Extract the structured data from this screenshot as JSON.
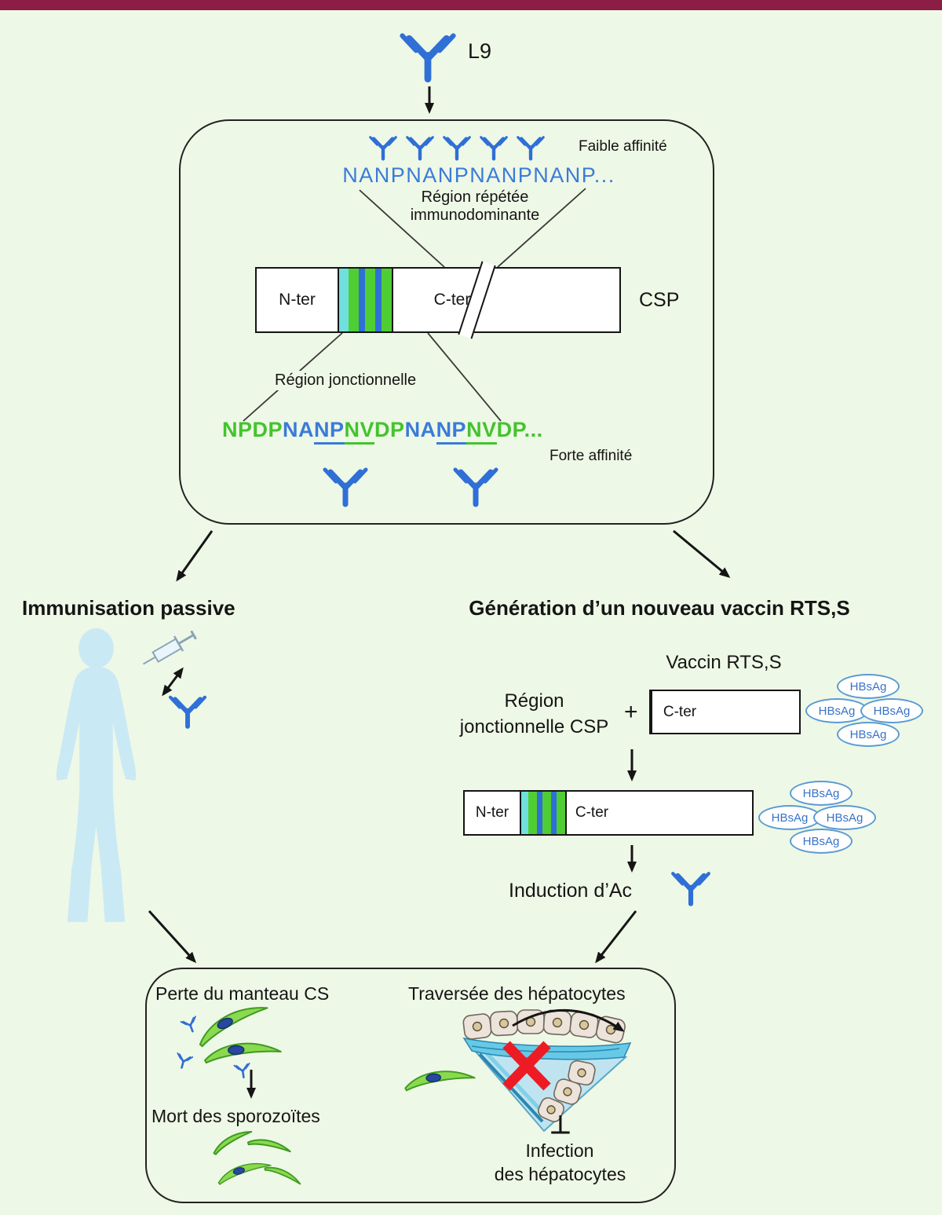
{
  "colors": {
    "band": "#8c1d45",
    "bg": "#eef8e6",
    "blue": "#2f6fd6",
    "seqblue": "#3b7bd9",
    "green": "#4fce33",
    "green2": "#44c32e",
    "cyan": "#6fe0dd",
    "sil": "#c9e9f5",
    "red": "#ed1c24"
  },
  "top": {
    "antibody_label": "L9"
  },
  "csp_box": {
    "faible": "Faible affinité",
    "nanp_seq": "NANPNANPNANPNANP...",
    "region_repetee_1": "Région répétée",
    "region_repetee_2": "immunodominante",
    "nter": "N-ter",
    "cter": "C-ter",
    "csp": "CSP",
    "region_jonctionnelle": "Région jonctionnelle",
    "forte": "Forte affinité",
    "sequence": [
      {
        "t": "NPDP",
        "c": "green",
        "u": false
      },
      {
        "t": "NA",
        "c": "blue",
        "u": false
      },
      {
        "t": "NP",
        "c": "blue",
        "u": true
      },
      {
        "t": "NV",
        "c": "green",
        "u": true
      },
      {
        "t": "DP",
        "c": "green",
        "u": false
      },
      {
        "t": "NA",
        "c": "blue",
        "u": false
      },
      {
        "t": "NP",
        "c": "blue",
        "u": true
      },
      {
        "t": "NV",
        "c": "green",
        "u": true
      },
      {
        "t": "DP...",
        "c": "green",
        "u": false
      }
    ]
  },
  "left": {
    "title": "Immunisation passive"
  },
  "right": {
    "title": "Génération d’un nouveau vaccin RTS,S",
    "vaccin": "Vaccin RTS,S",
    "region_1": "Région",
    "region_2": "jonctionnelle CSP",
    "plus": "+",
    "nter": "N-ter",
    "cter": "C-ter",
    "hbsag": "HBsAg",
    "induction": "Induction d’Ac"
  },
  "bottom_box": {
    "perte": "Perte du manteau CS",
    "mort": "Mort des sporozoïtes",
    "traversee": "Traversée des hépatocytes",
    "inhibit": "⊥",
    "infection_1": "Infection",
    "infection_2": "des hépatocytes"
  }
}
